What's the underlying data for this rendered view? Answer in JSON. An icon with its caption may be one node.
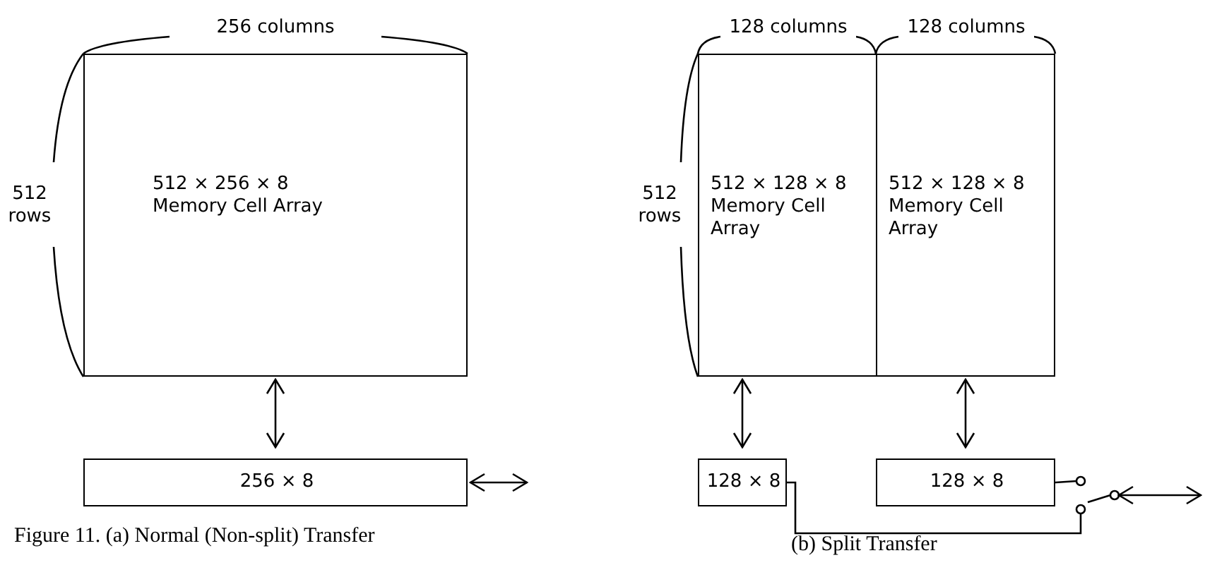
{
  "diagram": {
    "nodes": [
      {
        "text": [
          "512 × 256 × 8 Memory Cell Array"
        ]
      },
      {
        "text": [
          "256 × 8"
        ]
      },
      {
        "text": [
          "512 × 128 × 8 Memory Cell Array"
        ]
      },
      {
        "text": [
          "512 × 128 × 8 Memory Cell Array"
        ]
      },
      {
        "text": [
          "128 × 8"
        ]
      },
      {
        "text": [
          "128 × 8"
        ]
      },
      {
        "text": [],
        "shape": "switch"
      }
    ],
    "edges": [
      {
        "from": 0,
        "to": 1,
        "arrow": "both"
      },
      {
        "from": 1,
        "to": null,
        "arrow": "both"
      },
      {
        "from": 2,
        "to": 4,
        "arrow": "both"
      },
      {
        "from": 3,
        "to": 5,
        "arrow": "both"
      },
      {
        "from": 5,
        "to": 6,
        "arrow": "none"
      },
      {
        "from": 4,
        "to": 6,
        "arrow": "none"
      },
      {
        "from": 6,
        "to": null,
        "arrow": "both"
      }
    ],
    "labels": [
      "256 columns",
      "512 rows",
      "128 columns",
      "128 columns",
      "512 rows",
      "Figure 11. (a) Normal (Non-split) Transfer",
      "(b) Split Transfer"
    ]
  }
}
